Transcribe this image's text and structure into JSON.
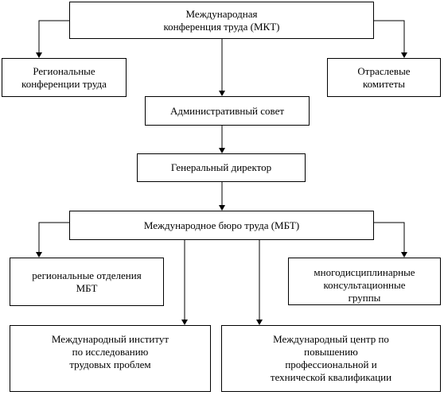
{
  "nodes": {
    "ilc": {
      "lines": [
        "Международная",
        "конференция труда (МКТ)"
      ]
    },
    "regional_conferences": {
      "lines": [
        "Региональные",
        "конференции труда"
      ]
    },
    "industry_committees": {
      "lines": [
        "Отраслевые",
        "комитеты"
      ]
    },
    "governing_body": {
      "lines": [
        "Административный совет"
      ]
    },
    "director_general": {
      "lines": [
        "Генеральный директор"
      ]
    },
    "ilo_office": {
      "lines": [
        "Международное бюро труда (МБТ)"
      ]
    },
    "regional_departments": {
      "lines": [
        "региональные отделения",
        "МБТ"
      ]
    },
    "multidisciplinary_teams": {
      "lines": [
        "многодисциплинарные",
        "консультационные",
        "группы"
      ]
    },
    "labour_institute": {
      "lines": [
        "Международный институт",
        "по исследованию",
        "трудовых проблем"
      ]
    },
    "training_centre": {
      "lines": [
        "Международный центр по",
        "повышению",
        "профессиональной и",
        "технической  квалификации"
      ]
    }
  }
}
